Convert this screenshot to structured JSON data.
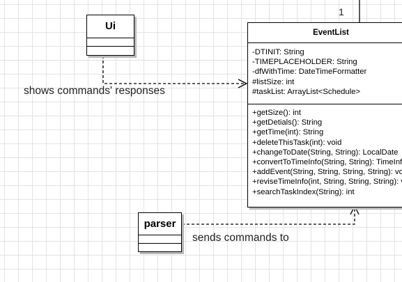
{
  "diagram": {
    "multiplicity_top": "1",
    "classes": {
      "ui": {
        "name": "Ui",
        "attributes": [],
        "methods": []
      },
      "eventlist": {
        "name": "EventList",
        "attributes": [
          "-DTINIT: String",
          "-TIMEPLACEHOLDER: String",
          "-dfWithTime: DateTimeFormatter",
          "#listSize: int",
          "#taskList: ArrayList<Schedule>"
        ],
        "methods": [
          "+getSize(): int",
          "+getDetials(): String",
          "+getTime(int): String",
          "+deleteThisTask(int): void",
          "+changeToDate(String, String): LocalDate",
          "+convertToTimeInfo(String, String): TimeInfo",
          "+addEvent(String, String, String, String): void",
          "+reviseTimeInfo(int, String, String, String): void",
          "+searchTaskIndex(String): int"
        ]
      },
      "parser": {
        "name": "parser",
        "attributes": [],
        "methods": []
      }
    },
    "relations": [
      {
        "from": "ui",
        "to": "eventlist",
        "label": "shows commands' responses",
        "style": "dashed",
        "arrow": "open"
      },
      {
        "from": "parser",
        "to": "eventlist",
        "label": "sends commands to",
        "style": "dashed",
        "arrow": "open"
      }
    ]
  }
}
